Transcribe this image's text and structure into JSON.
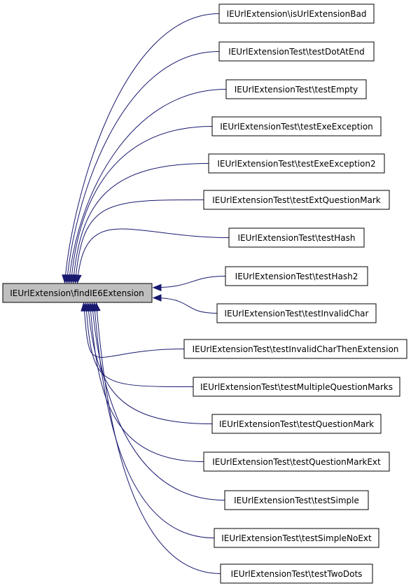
{
  "root": {
    "label": "IEUrlExtension\\findIE6Extension"
  },
  "callers": [
    {
      "label": "IEUrlExtension\\isUrlExtensionBad"
    },
    {
      "label": "IEUrlExtensionTest\\testDotAtEnd"
    },
    {
      "label": "IEUrlExtensionTest\\testEmpty"
    },
    {
      "label": "IEUrlExtensionTest\\testExeException"
    },
    {
      "label": "IEUrlExtensionTest\\testExeException2"
    },
    {
      "label": "IEUrlExtensionTest\\testExtQuestionMark"
    },
    {
      "label": "IEUrlExtensionTest\\testHash"
    },
    {
      "label": "IEUrlExtensionTest\\testHash2"
    },
    {
      "label": "IEUrlExtensionTest\\testInvalidChar"
    },
    {
      "label": "IEUrlExtensionTest\\testInvalidCharThenExtension"
    },
    {
      "label": "IEUrlExtensionTest\\testMultipleQuestionMarks"
    },
    {
      "label": "IEUrlExtensionTest\\testQuestionMark"
    },
    {
      "label": "IEUrlExtensionTest\\testQuestionMarkExt"
    },
    {
      "label": "IEUrlExtensionTest\\testSimple"
    },
    {
      "label": "IEUrlExtensionTest\\testSimpleNoExt"
    },
    {
      "label": "IEUrlExtensionTest\\testTwoDots"
    }
  ],
  "colors": {
    "edge": "#191970",
    "root_fill": "#bfbfbf",
    "node_fill": "#ffffff",
    "border": "#000000"
  }
}
